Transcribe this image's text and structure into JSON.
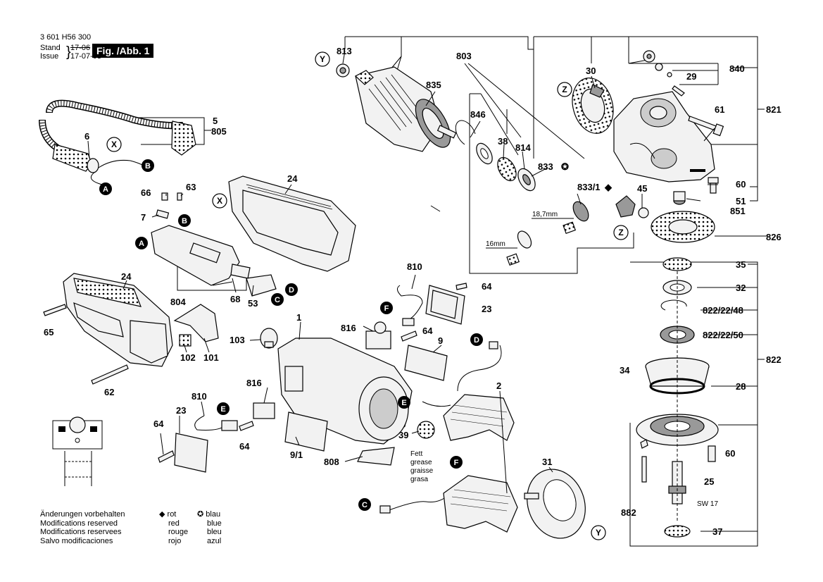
{
  "header": {
    "code": "3 601 H56 300",
    "stand_label": "Stand",
    "issue_label": "Issue",
    "stand_date": "17-06",
    "issue_date": "17-07-03",
    "fig_label": "Fig. /Abb. 1"
  },
  "footer": {
    "lines": [
      "Änderungen vorbehalten",
      "Modifications reserved",
      "Modifications reservees",
      "Salvo modificaciones"
    ]
  },
  "legend": {
    "diamond_symbol": "◆",
    "star_symbol": "✪",
    "diamond_words": [
      "rot",
      "red",
      "rouge",
      "rojo"
    ],
    "star_words": [
      "blau",
      "blue",
      "bleu",
      "azul"
    ]
  },
  "grease": [
    "Fett",
    "grease",
    "graisse",
    "grasa"
  ],
  "dimensions": [
    "18,7mm",
    "16mm"
  ],
  "wrench": "SW 17",
  "part_labels": {
    "p813": "813",
    "p803": "803",
    "p835": "835",
    "p846": "846",
    "p38": "38",
    "p814": "814",
    "p833s": "833",
    "p833_1": "833/1",
    "p45": "45",
    "p30": "30",
    "p840": "840",
    "p29": "29",
    "p821": "821",
    "p61": "61",
    "p60a": "60",
    "p51": "51",
    "p851": "851",
    "p826": "826",
    "p35": "35",
    "p32": "32",
    "p822_48": "822/22/48",
    "p822_50": "822/22/50",
    "p822": "822",
    "p34": "34",
    "p28": "28",
    "p60b": "60",
    "p25": "25",
    "p882": "882",
    "p37": "37",
    "p5": "5",
    "p805": "805",
    "p6": "6",
    "p24a": "24",
    "p24b": "24",
    "p66": "66",
    "p63": "63",
    "p7": "7",
    "p804": "804",
    "p68": "68",
    "p53": "53",
    "p65": "65",
    "p102": "102",
    "p101": "101",
    "p62": "62",
    "p103": "103",
    "p1": "1",
    "p810a": "810",
    "p64a": "64",
    "p23a": "23",
    "p816a": "816",
    "p64b": "64",
    "p9": "9",
    "p810b": "810",
    "p23b": "23",
    "p816b": "816",
    "p64c": "64",
    "p64d": "64",
    "p2": "2",
    "p39": "39",
    "p9_1": "9/1",
    "p808": "808",
    "p31": "31"
  },
  "markers": {
    "X": "X",
    "Y": "Y",
    "Z": "Z",
    "A": "A",
    "B": "B",
    "C": "C",
    "D": "D",
    "E": "E",
    "F": "F"
  }
}
